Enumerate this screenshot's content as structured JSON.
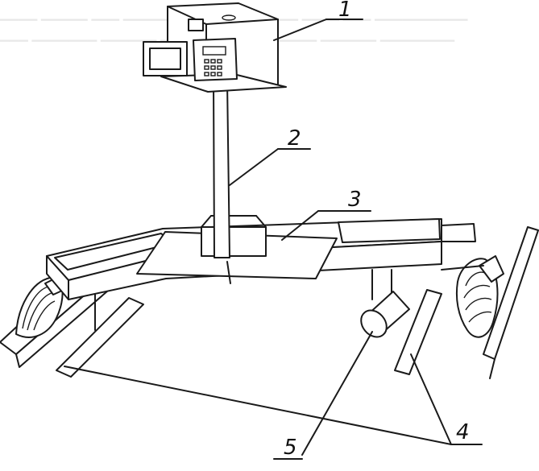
{
  "diagram": {
    "labels": [
      {
        "id": "callout-1",
        "text": "1"
      },
      {
        "id": "callout-2",
        "text": "2"
      },
      {
        "id": "callout-3",
        "text": "3"
      },
      {
        "id": "callout-4",
        "text": "4"
      },
      {
        "id": "callout-5",
        "text": "5"
      }
    ]
  }
}
